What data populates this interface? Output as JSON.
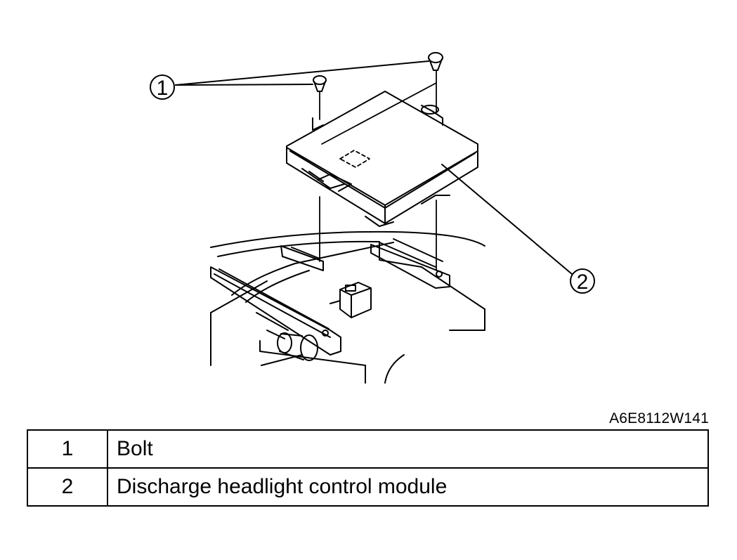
{
  "figure": {
    "code": "A6E8112W141",
    "callouts": [
      "1",
      "2"
    ]
  },
  "legend": {
    "rows": [
      {
        "num": "1",
        "label": "Bolt"
      },
      {
        "num": "2",
        "label": "Discharge headlight control module"
      }
    ]
  }
}
